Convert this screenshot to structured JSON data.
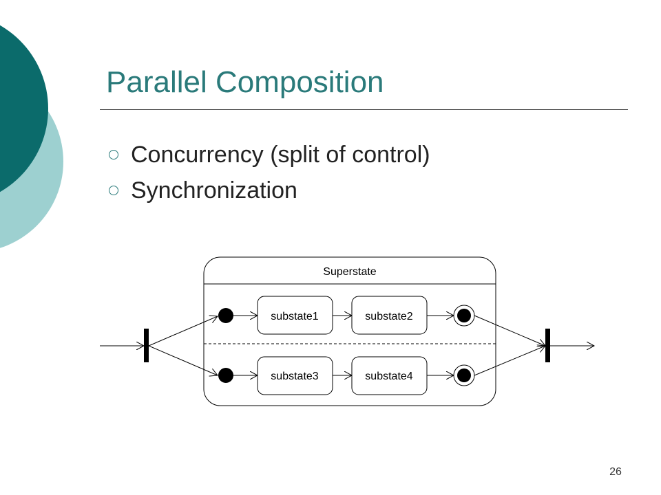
{
  "slide": {
    "title": "Parallel Composition",
    "bullets": [
      "Concurrency (split of control)",
      "Synchronization"
    ],
    "page_number": "26"
  },
  "diagram": {
    "superstate_label": "Superstate",
    "substates": [
      "substate1",
      "substate2",
      "substate3",
      "substate4"
    ]
  },
  "colors": {
    "title": "#2a7a7a",
    "decor_dark": "#0b6b6b",
    "decor_light": "#9dd0d0"
  }
}
